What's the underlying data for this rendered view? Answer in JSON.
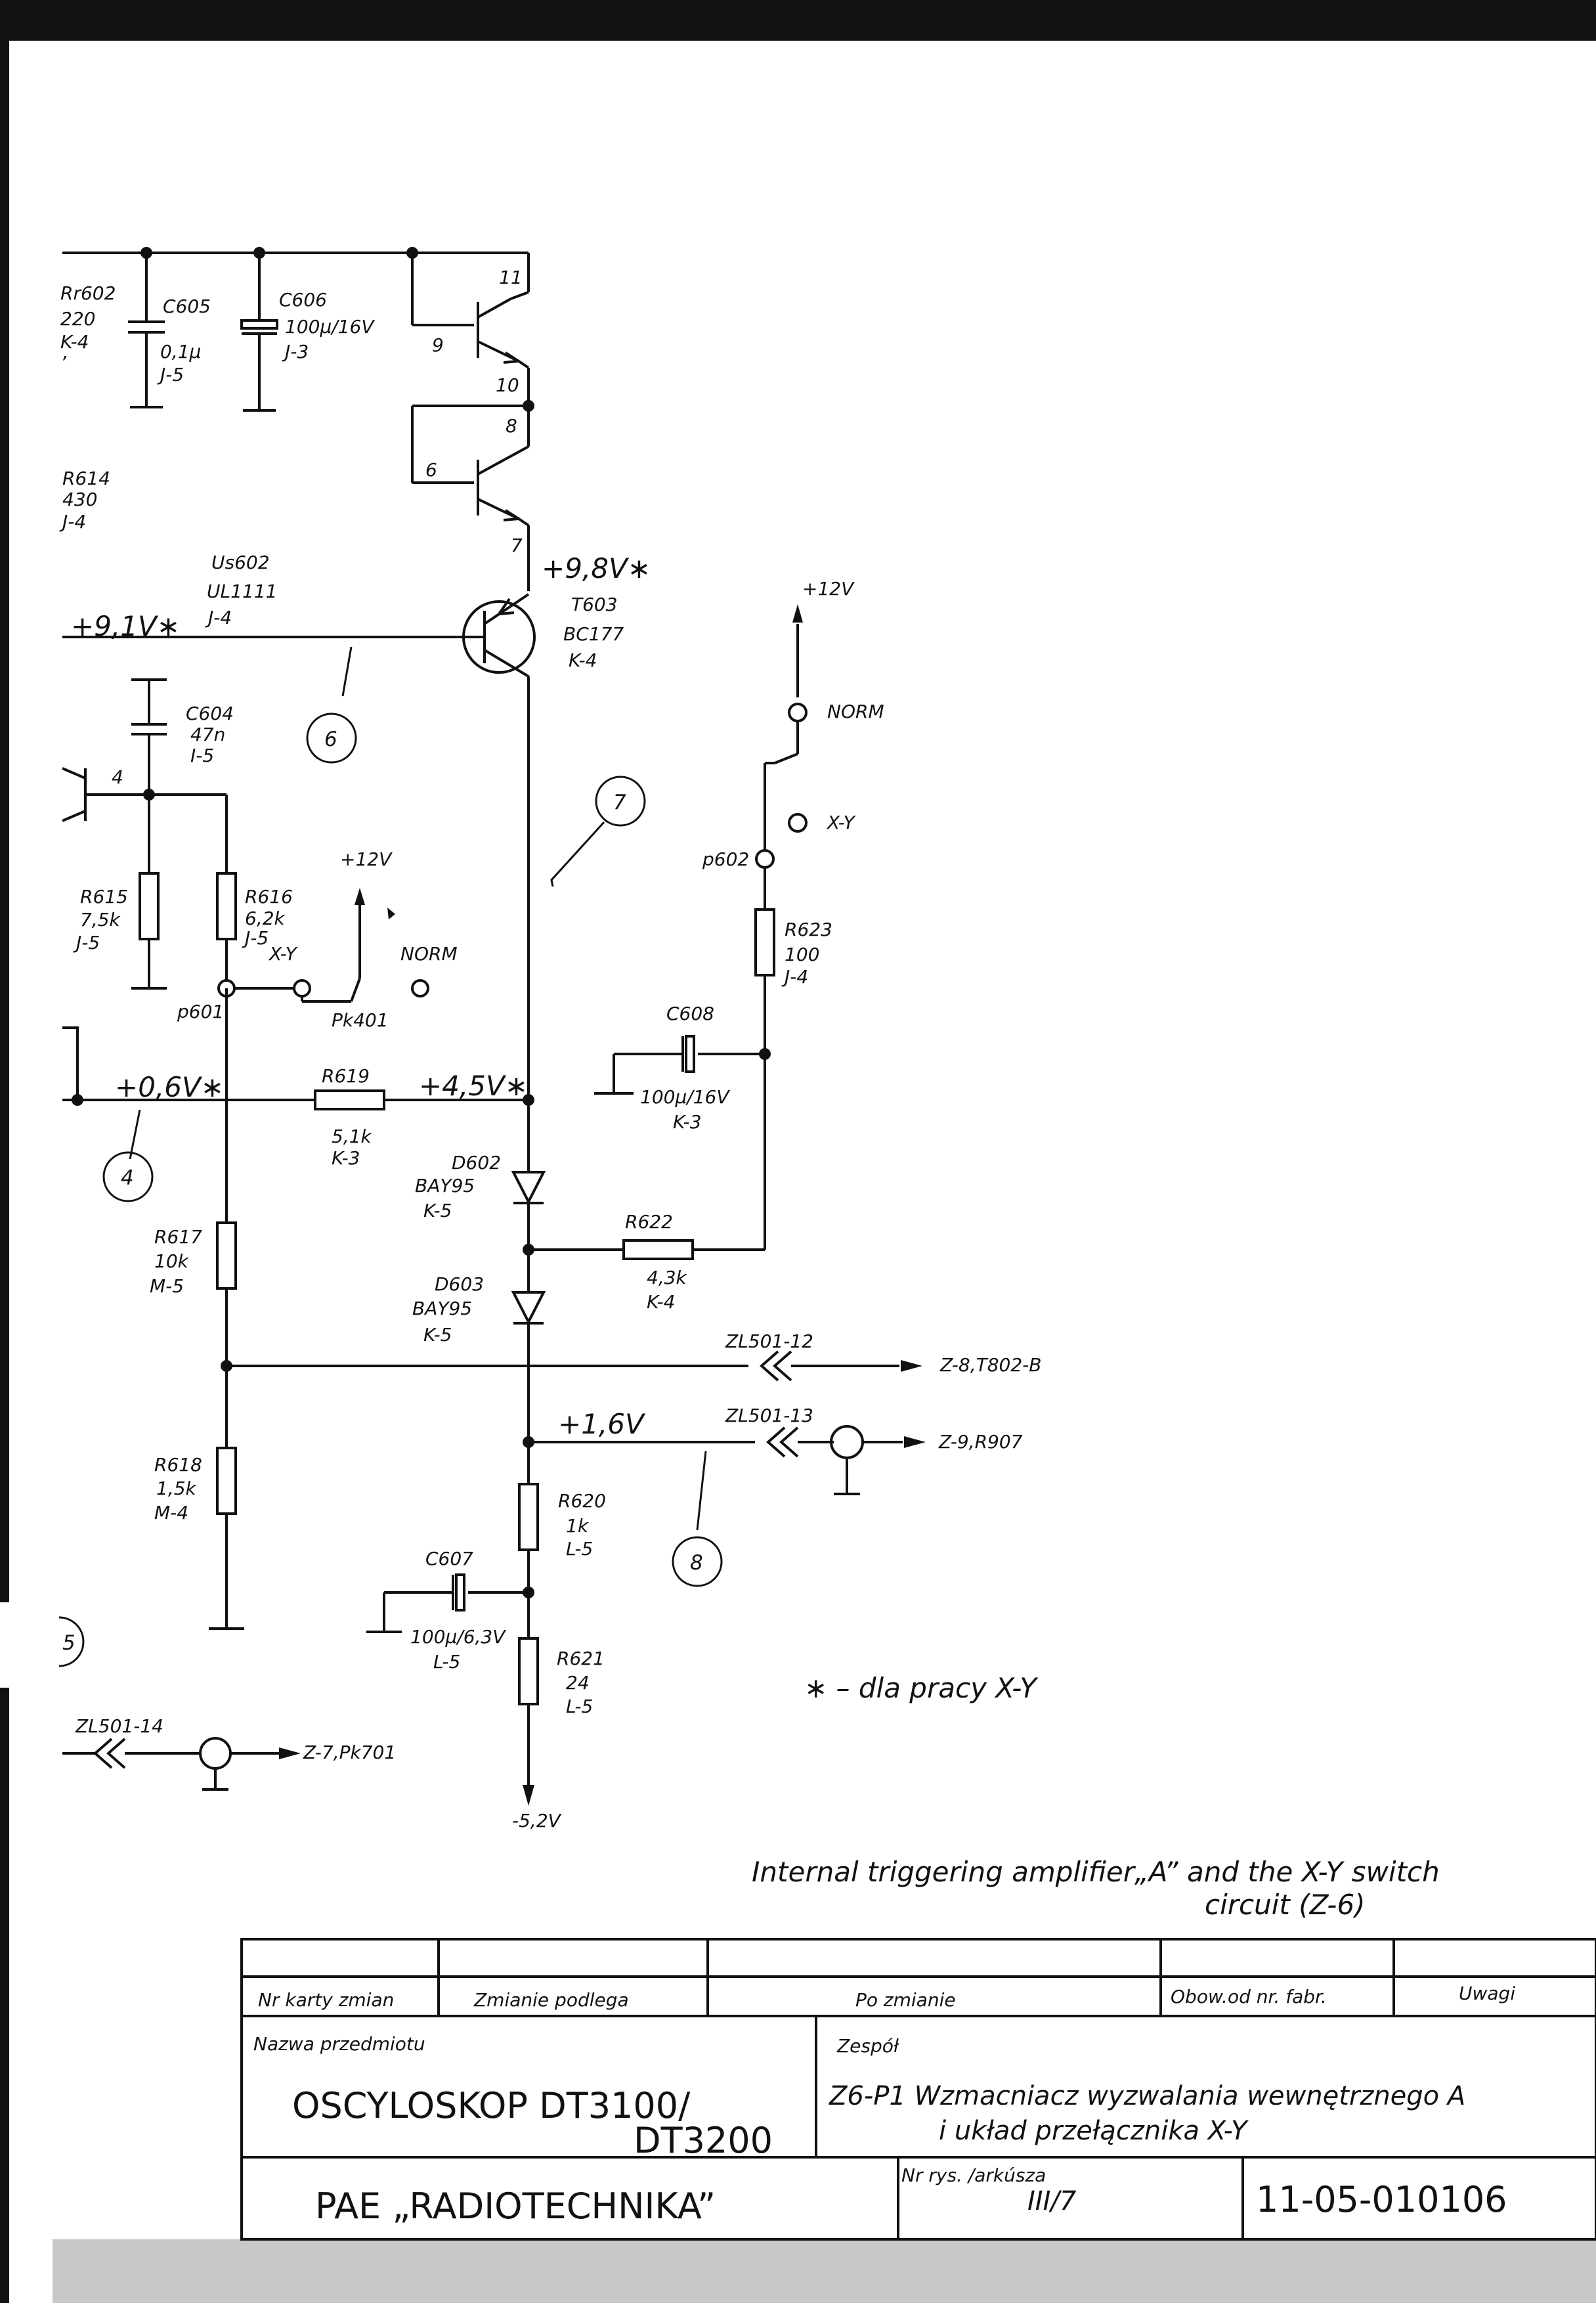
{
  "labels": {
    "rr602": [
      "Rr602",
      "220",
      "K-4",
      "’"
    ],
    "c605": [
      "C605",
      "0,1μ",
      "J-5"
    ],
    "c606": [
      "C606",
      "100μ/16V",
      "J-3"
    ],
    "pins": [
      "11",
      "9",
      "10",
      "8",
      "6",
      "7",
      "4"
    ],
    "r614": [
      "R614",
      "430",
      "J-4"
    ],
    "us602": [
      "Us602",
      "UL1111",
      "J-4"
    ],
    "v98": "+9,8V∗",
    "v91": "+9,1V∗",
    "t603": [
      "T603",
      "BC177",
      "K-4"
    ],
    "plus12a": "+12V",
    "norm_a": "NORM",
    "xy_a": "X-Y",
    "p602": "p602",
    "c604": [
      "C604",
      "47n",
      "I-5"
    ],
    "r615": [
      "R615",
      "7,5k",
      "J-5"
    ],
    "r616": [
      "R616",
      "6,2k",
      "J-5"
    ],
    "plus12b": "+12V",
    "xy_b": "X-Y",
    "norm_b": "NORM",
    "p601": "p601",
    "pk401": "Pk401",
    "r623": [
      "R623",
      "100",
      "J-4"
    ],
    "c608": [
      "C608",
      "100μ/16V",
      "K-3"
    ],
    "v06": "+0,6V∗",
    "r619": [
      "R619",
      "5,1k",
      "K-3"
    ],
    "v45": "+4,5V∗",
    "d602": [
      "D602",
      "BAY95",
      "K-5"
    ],
    "r617": [
      "R617",
      "10k",
      "M-5"
    ],
    "r622": [
      "R622",
      "4,3k",
      "K-4"
    ],
    "d603": [
      "D603",
      "BAY95",
      "K-5"
    ],
    "zl501_12": "ZL501-12",
    "z8": "Z-8,T802-B",
    "v16": "+1,6V",
    "zl501_13": "ZL501-13",
    "z9": "Z-9,R907",
    "r618": [
      "R618",
      "1,5k",
      "M-4"
    ],
    "r620": [
      "R620",
      "1k",
      "L-5"
    ],
    "c607": [
      "C607",
      "100μ/6,3V",
      "L-5"
    ],
    "r621": [
      "R621",
      "24",
      "L-5"
    ],
    "note": "∗ – dla  pracy  X-Y",
    "zl501_14": "ZL501-14",
    "z7": "Z-7,Pk701",
    "vneg52": "-5,2V",
    "circles": [
      "6",
      "7",
      "4",
      "8",
      "5"
    ]
  },
  "caption": [
    "Internal  triggering amplifier„A” and  the X-Y switch",
    "circuit (Z-6)"
  ],
  "title_block": {
    "headers": [
      "Nr karty zmian",
      "Zmianie podlega",
      "Po zmianie",
      "Obow.od nr. fabr.",
      "Uwagi"
    ],
    "nazwa_label": "Nazwa przedmiotu",
    "nazwa_line1": "OSCYLOSKOP  DT3100/",
    "nazwa_line2": "DT3200",
    "zespol_label": "Zespół",
    "zespol_line1": "Z6-P1 Wzmacniacz wyzwalania wewnętrznego A",
    "zespol_line2": "i  układ  przełącznika  X-Y",
    "company": "PAE „RADIOTECHNIKA”",
    "nrrys_label": "Nr rys. /arkúsza",
    "nrrys_value": "III/7",
    "doc_number": "11-05-010106"
  }
}
